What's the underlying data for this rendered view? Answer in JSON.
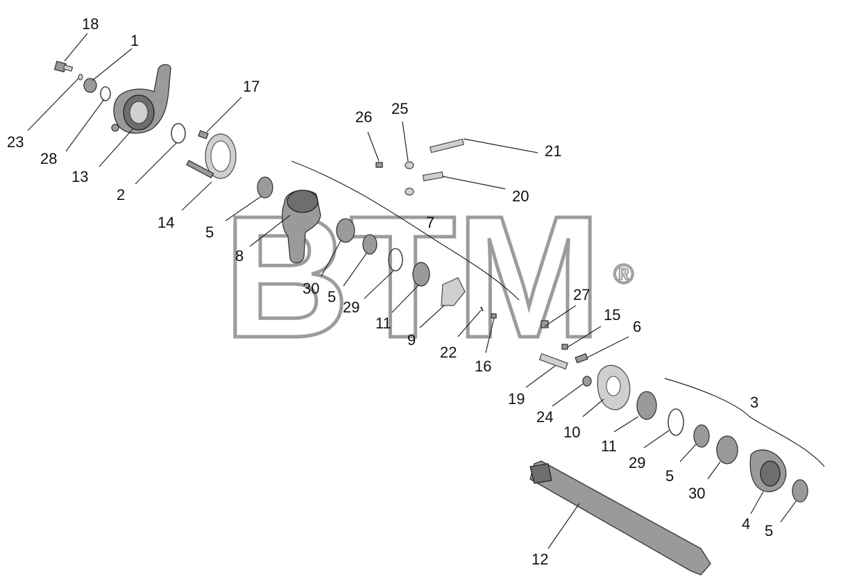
{
  "watermark": {
    "text": "BTM",
    "registered_mark": "®"
  },
  "callouts": [
    "18",
    "1",
    "23",
    "28",
    "13",
    "2",
    "17",
    "14",
    "5",
    "8",
    "30",
    "5",
    "29",
    "11",
    "9",
    "26",
    "25",
    "21",
    "20",
    "7",
    "22",
    "16",
    "27",
    "15",
    "6",
    "19",
    "24",
    "10",
    "11",
    "29",
    "5",
    "30",
    "4",
    "5",
    "3",
    "12"
  ],
  "colors": {
    "part": "#9a9a9a",
    "outline": "#333333",
    "watermark": "#9c9c9c"
  }
}
